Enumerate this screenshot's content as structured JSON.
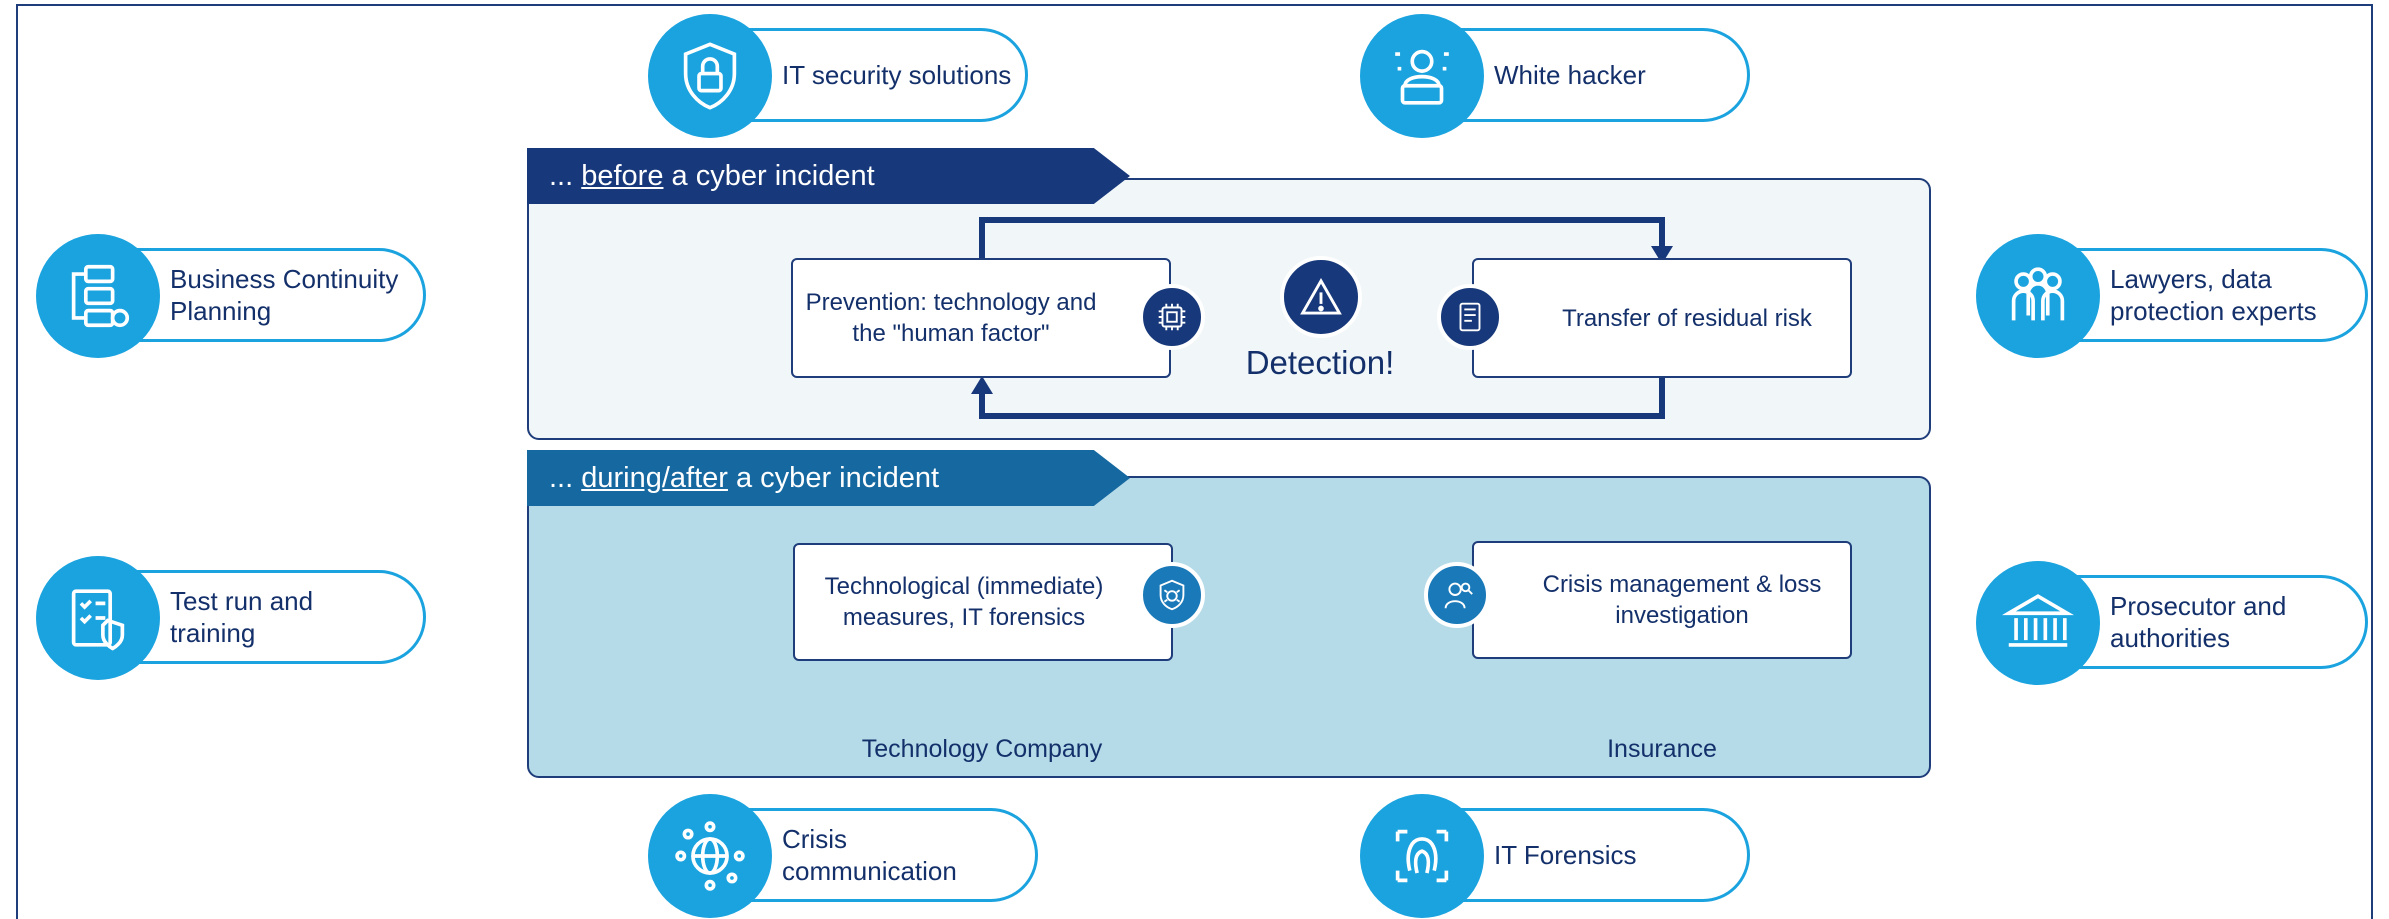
{
  "colors": {
    "accent_cyan": "#1aa3df",
    "navy": "#17387a",
    "mid_blue": "#1568a0",
    "panel_before_bg": "#f1f6f9",
    "panel_after_bg": "#b5dbe8"
  },
  "outer_items": [
    {
      "id": "it-security",
      "label": "IT security solutions",
      "icon": "shield-lock-icon"
    },
    {
      "id": "white-hacker",
      "label": "White hacker",
      "icon": "hacker-laptop-icon"
    },
    {
      "id": "bcp",
      "label": "Business Continuity Planning",
      "icon": "flowchart-icon"
    },
    {
      "id": "lawyers",
      "label": "Lawyers, data protection experts",
      "icon": "people-group-icon"
    },
    {
      "id": "test-run",
      "label": "Test run and training",
      "icon": "checklist-shield-icon"
    },
    {
      "id": "prosecutor",
      "label": "Prosecutor and authorities",
      "icon": "courthouse-icon"
    },
    {
      "id": "crisis-comm",
      "label": "Crisis communication",
      "icon": "globe-network-icon"
    },
    {
      "id": "it-forensics",
      "label": "IT Forensics",
      "icon": "fingerprint-icon"
    }
  ],
  "before": {
    "prefix": "... ",
    "emph": "before ",
    "suffix": "a cyber incident",
    "prevention": "Prevention: technology and the \"human factor\"",
    "transfer": "Transfer of residual risk",
    "detection": "Detection!"
  },
  "after": {
    "prefix": "... ",
    "emph": "during/after ",
    "suffix": "a cyber incident",
    "tech_measures": "Technological (immediate) measures, IT forensics",
    "crisis_mgmt": "Crisis management & loss investigation",
    "tech_company": "Technology Company",
    "insurance": "Insurance"
  }
}
